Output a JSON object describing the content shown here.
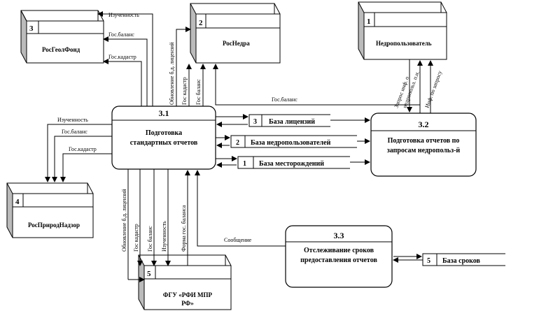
{
  "entities": {
    "rosgeolfond": {
      "num": "3",
      "name": "РосГеолФонд"
    },
    "rosnedra": {
      "num": "2",
      "name": "РосНедра"
    },
    "nedropolzovatel": {
      "num": "1",
      "name": "Недропользователь"
    },
    "rosprirodnadzor": {
      "num": "4",
      "name": "РосПриродНадзор"
    },
    "fgu": {
      "num": "5",
      "name_line1": "ФГУ «РФИ МПР",
      "name_line2": "РФ»"
    }
  },
  "processes": {
    "p31": {
      "num": "3.1",
      "line1": "Подготовка",
      "line2": "стандартных отчетов"
    },
    "p32": {
      "num": "3.2",
      "line1": "Подготовка отчетов по",
      "line2": "запросам недропольз-й"
    },
    "p33": {
      "num": "3.3",
      "line1": "Отслеживание сроков",
      "line2": "предоставления отчетов"
    }
  },
  "stores": {
    "licenses": {
      "num": "3",
      "name": "База лицензий"
    },
    "users": {
      "num": "2",
      "name": "База недропользователей"
    },
    "deposits": {
      "num": "1",
      "name": "База месторождений"
    },
    "deadlines": {
      "num": "5",
      "name": "База сроков"
    }
  },
  "flows": {
    "izuchennost": "Изученность",
    "gosbalans": "Гос.баланс",
    "goskadastr": "Гос.кадастр",
    "obnovlenie": "Обновление б.д. лицензий",
    "gos_kadastr": "Гос кадастр",
    "gos_balans": "Гос баланс",
    "zapros": "Запрос инф. о",
    "zapros2": "недропольз. п.и.",
    "info": "Инф. по запросу",
    "forma": "Форма гос. баланса",
    "soobschenie": "Сообщение"
  }
}
